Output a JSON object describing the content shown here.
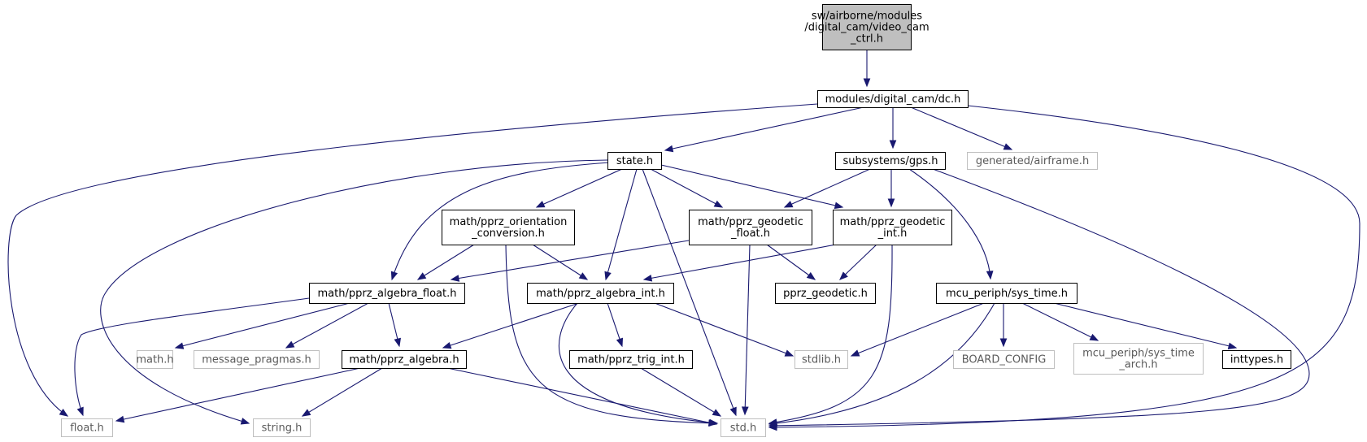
{
  "diagram": {
    "nodes": [
      {
        "id": "root",
        "kind": "root",
        "lines": [
          "sw/airborne/modules",
          "/digital_cam/video_cam",
          "_ctrl.h"
        ]
      },
      {
        "id": "dc",
        "kind": "normal",
        "lines": [
          "modules/digital_cam/dc.h"
        ]
      },
      {
        "id": "state",
        "kind": "normal",
        "lines": [
          "state.h"
        ]
      },
      {
        "id": "gps",
        "kind": "normal",
        "lines": [
          "subsystems/gps.h"
        ]
      },
      {
        "id": "airframe",
        "kind": "external",
        "lines": [
          "generated/airframe.h"
        ]
      },
      {
        "id": "orient",
        "kind": "normal",
        "lines": [
          "math/pprz_orientation",
          "_conversion.h"
        ]
      },
      {
        "id": "geofloat",
        "kind": "normal",
        "lines": [
          "math/pprz_geodetic",
          "_float.h"
        ]
      },
      {
        "id": "geoint",
        "kind": "normal",
        "lines": [
          "math/pprz_geodetic",
          "_int.h"
        ]
      },
      {
        "id": "algfloat",
        "kind": "normal",
        "lines": [
          "math/pprz_algebra_float.h"
        ]
      },
      {
        "id": "algint",
        "kind": "normal",
        "lines": [
          "math/pprz_algebra_int.h"
        ]
      },
      {
        "id": "geodetic",
        "kind": "normal",
        "lines": [
          "pprz_geodetic.h"
        ]
      },
      {
        "id": "systime",
        "kind": "normal",
        "lines": [
          "mcu_periph/sys_time.h"
        ]
      },
      {
        "id": "mathh",
        "kind": "external",
        "lines": [
          "math.h"
        ]
      },
      {
        "id": "pragmas",
        "kind": "external",
        "lines": [
          "message_pragmas.h"
        ]
      },
      {
        "id": "algebra",
        "kind": "normal",
        "lines": [
          "math/pprz_algebra.h"
        ]
      },
      {
        "id": "trig",
        "kind": "normal",
        "lines": [
          "math/pprz_trig_int.h"
        ]
      },
      {
        "id": "stdlib",
        "kind": "external",
        "lines": [
          "stdlib.h"
        ]
      },
      {
        "id": "board",
        "kind": "external",
        "lines": [
          "BOARD_CONFIG"
        ]
      },
      {
        "id": "systimearch",
        "kind": "external",
        "lines": [
          "mcu_periph/sys_time",
          "_arch.h"
        ]
      },
      {
        "id": "inttypes",
        "kind": "normal",
        "lines": [
          "inttypes.h"
        ]
      },
      {
        "id": "float",
        "kind": "external",
        "lines": [
          "float.h"
        ]
      },
      {
        "id": "string",
        "kind": "external",
        "lines": [
          "string.h"
        ]
      },
      {
        "id": "std",
        "kind": "external",
        "lines": [
          "std.h"
        ]
      }
    ],
    "edges": [
      [
        "root",
        "dc"
      ],
      [
        "dc",
        "state"
      ],
      [
        "dc",
        "gps"
      ],
      [
        "dc",
        "airframe"
      ],
      [
        "dc",
        "float"
      ],
      [
        "dc",
        "std"
      ],
      [
        "state",
        "orient"
      ],
      [
        "state",
        "geofloat"
      ],
      [
        "state",
        "geoint"
      ],
      [
        "state",
        "algfloat"
      ],
      [
        "state",
        "algint"
      ],
      [
        "state",
        "std"
      ],
      [
        "state",
        "string"
      ],
      [
        "gps",
        "geofloat"
      ],
      [
        "gps",
        "geoint"
      ],
      [
        "gps",
        "systime"
      ],
      [
        "gps",
        "std"
      ],
      [
        "orient",
        "algfloat"
      ],
      [
        "orient",
        "algint"
      ],
      [
        "orient",
        "std"
      ],
      [
        "geofloat",
        "algfloat"
      ],
      [
        "geofloat",
        "geodetic"
      ],
      [
        "geofloat",
        "std"
      ],
      [
        "geoint",
        "algint"
      ],
      [
        "geoint",
        "geodetic"
      ],
      [
        "geoint",
        "std"
      ],
      [
        "algfloat",
        "mathh"
      ],
      [
        "algfloat",
        "pragmas"
      ],
      [
        "algfloat",
        "algebra"
      ],
      [
        "algfloat",
        "float"
      ],
      [
        "algint",
        "algebra"
      ],
      [
        "algint",
        "trig"
      ],
      [
        "algint",
        "stdlib"
      ],
      [
        "algint",
        "std"
      ],
      [
        "algebra",
        "float"
      ],
      [
        "algebra",
        "string"
      ],
      [
        "algebra",
        "std"
      ],
      [
        "trig",
        "std"
      ],
      [
        "systime",
        "stdlib"
      ],
      [
        "systime",
        "board"
      ],
      [
        "systime",
        "systimearch"
      ],
      [
        "systime",
        "inttypes"
      ],
      [
        "systime",
        "std"
      ]
    ]
  }
}
